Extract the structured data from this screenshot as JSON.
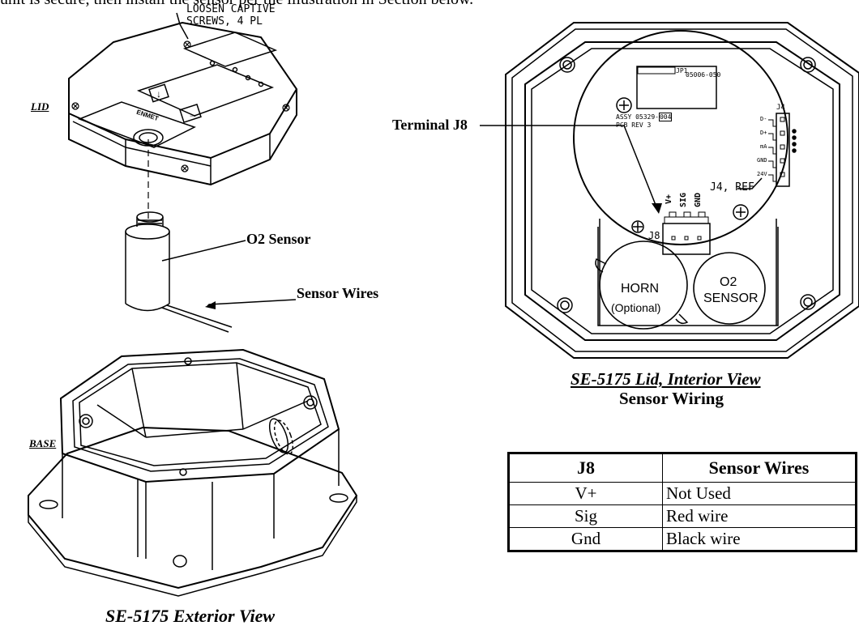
{
  "header_fragment": "unit is secure, then install the sensor per the illustration in Section below.",
  "exterior": {
    "callout_screws_line1": "LOOSEN CAPTIVE",
    "callout_screws_line2": "SCREWS, 4 PL",
    "lid_label": "LID",
    "base_label": "BASE",
    "logo_text": "ENMET",
    "o2_sensor_label": "O2 Sensor",
    "sensor_wires_label": "Sensor Wires",
    "caption": "SE-5175 Exterior View"
  },
  "interior": {
    "jp1_label": "JP1",
    "pcb_number": "05006-050",
    "assy_line": "ASSY 05329-",
    "assy_suffix": "004",
    "pcb_rev": "PCB REV 3",
    "j4_label": "J4",
    "j4_pins": [
      "D-",
      "D+",
      "mA",
      "GND",
      "24V"
    ],
    "j4_ref": "J4, REF",
    "terminal_label": "Terminal J8",
    "j8_label": "J8",
    "j8_pins": [
      "V+",
      "SIG",
      "GND"
    ],
    "horn_line1": "HORN",
    "horn_line2": "(Optional)",
    "o2_line1": "O2",
    "o2_line2": "SENSOR",
    "caption": "SE-5175 Lid, Interior View",
    "subcaption": "Sensor Wiring"
  },
  "wiring_table": {
    "headers": [
      "J8",
      "Sensor Wires"
    ],
    "rows": [
      [
        "V+",
        "Not Used"
      ],
      [
        "Sig",
        "Red wire"
      ],
      [
        "Gnd",
        "Black wire"
      ]
    ]
  }
}
